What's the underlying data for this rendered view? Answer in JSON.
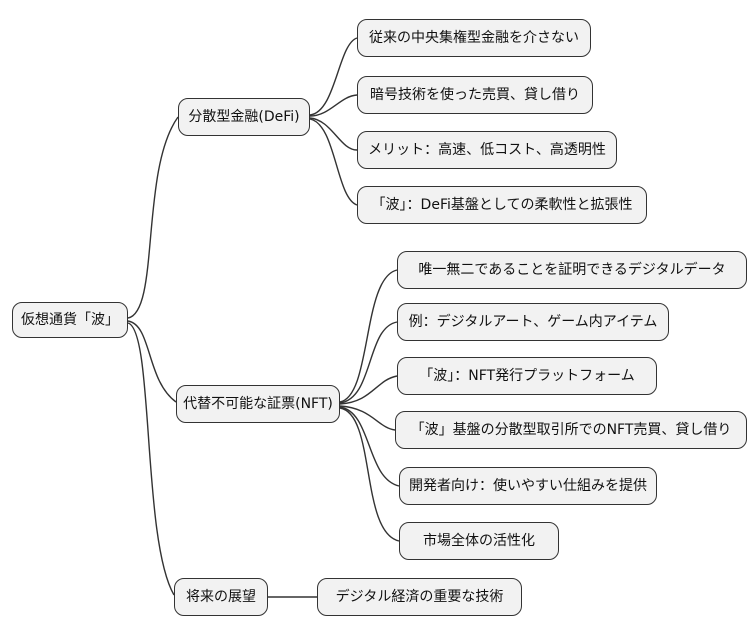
{
  "colors": {
    "background": "#ffffff",
    "node_fill": "#f2f2f2",
    "node_border": "#333333",
    "line_color": "#333333"
  },
  "mindmap": {
    "root": {
      "label": "仮想通貨「波」"
    },
    "branches": [
      {
        "label": "分散型金融(DeFi)",
        "children": [
          "従来の中央集権型金融を介さない",
          "暗号技術を使った売買、貸し借り",
          "メリット：高速、低コスト、高透明性",
          "「波」：DeFi基盤としての柔軟性と拡張性"
        ]
      },
      {
        "label": "代替不可能な証票(NFT)",
        "children": [
          "唯一無二であることを証明できるデジタルデータ",
          "例：デジタルアート、ゲーム内アイテム",
          "「波」：NFT発行プラットフォーム",
          "「波」基盤の分散型取引所でのNFT売買、貸し借り",
          "開発者向け：使いやすい仕組みを提供",
          "市場全体の活性化"
        ]
      },
      {
        "label": "将来の展望",
        "children": [
          "デジタル経済の重要な技術"
        ]
      }
    ]
  }
}
